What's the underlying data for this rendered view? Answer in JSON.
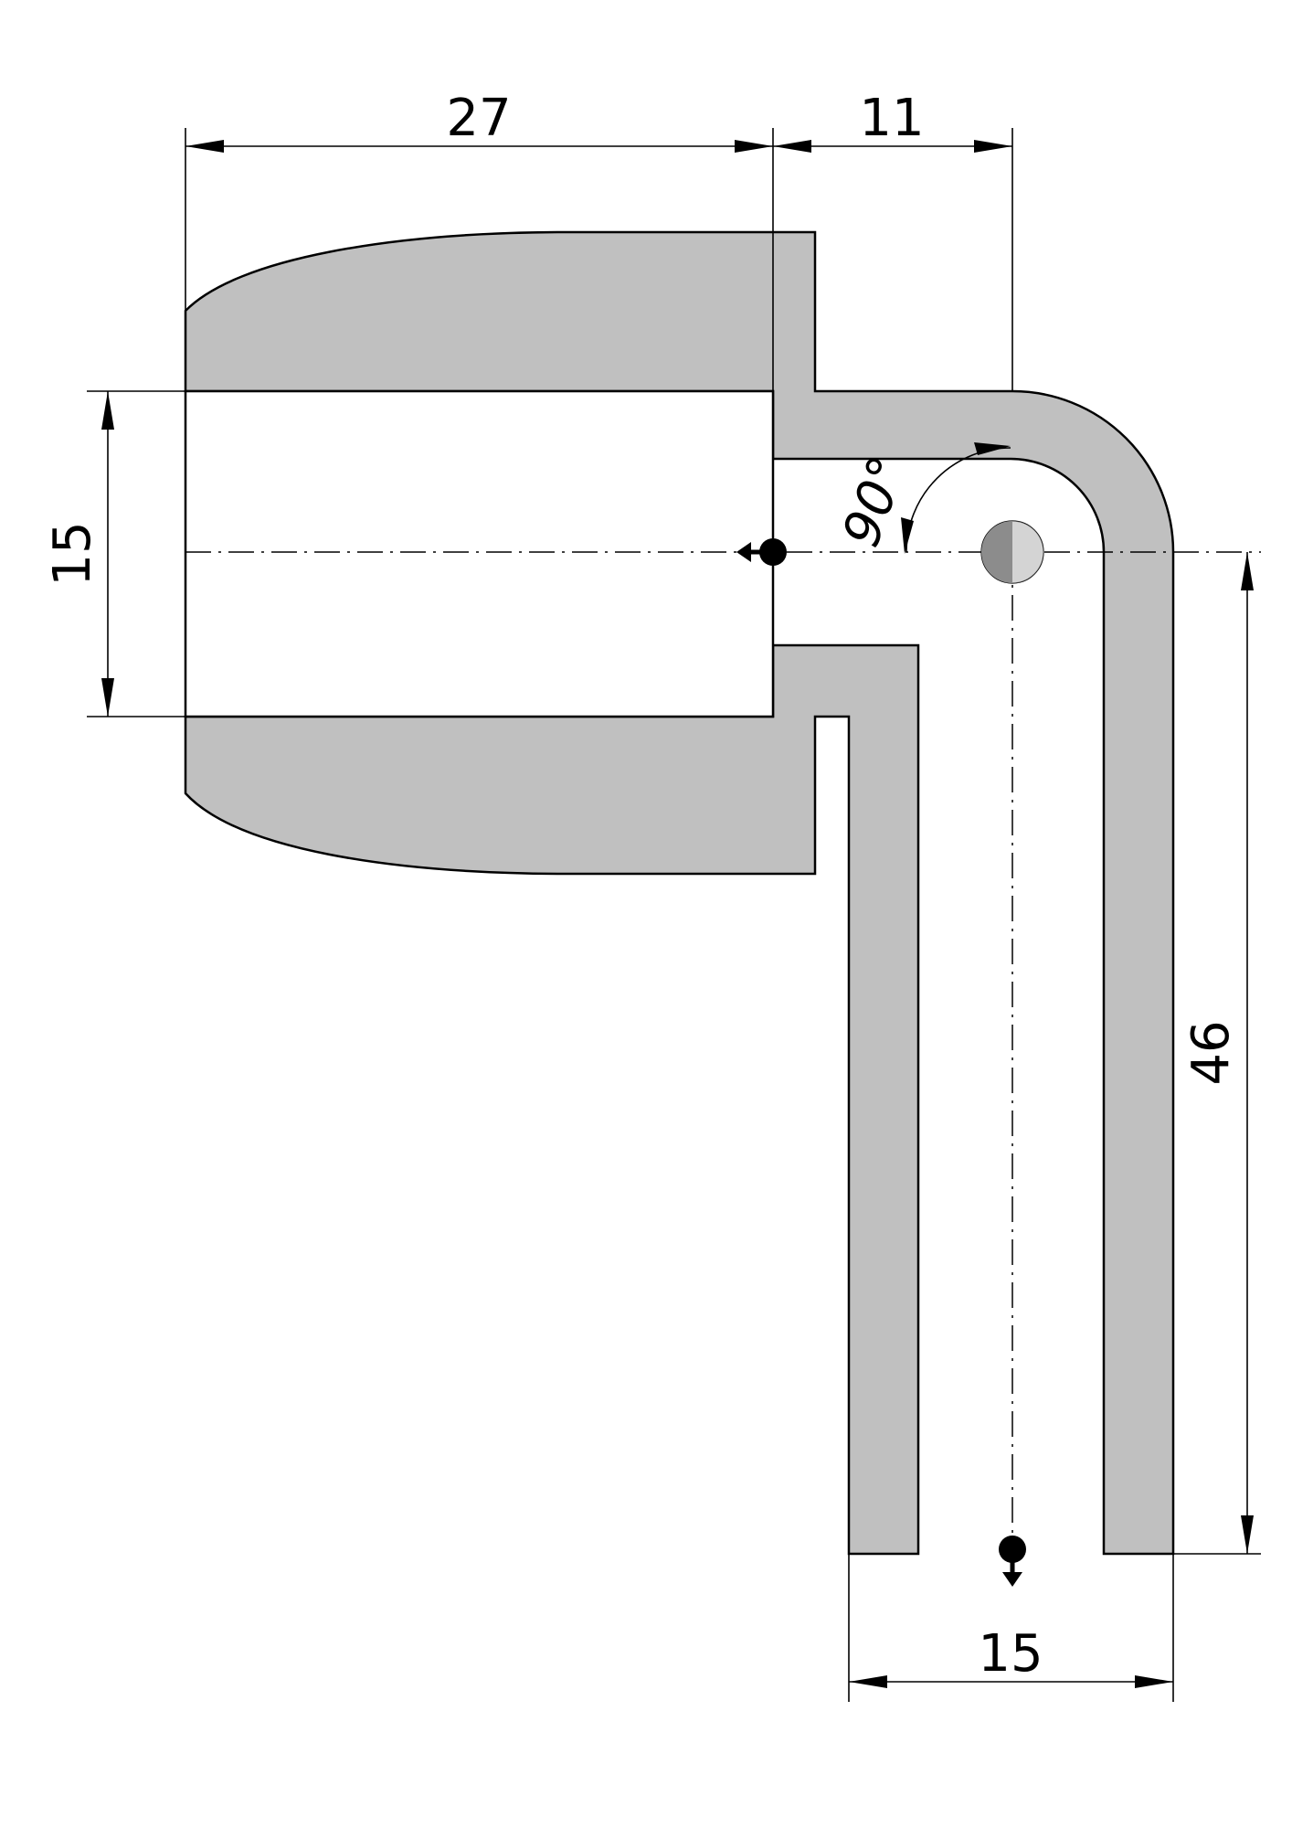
{
  "drawing": {
    "colors": {
      "part_fill": "#c0c0c0",
      "line": "#000000",
      "port_marker": "#000000",
      "center_marker": "#8c8c8c"
    },
    "dimensions": {
      "top_left_width": "27",
      "top_right_width": "11",
      "left_bore_diameter": "15",
      "right_vertical_length": "46",
      "bottom_outlet_width": "15",
      "bend_angle": "90°"
    }
  }
}
